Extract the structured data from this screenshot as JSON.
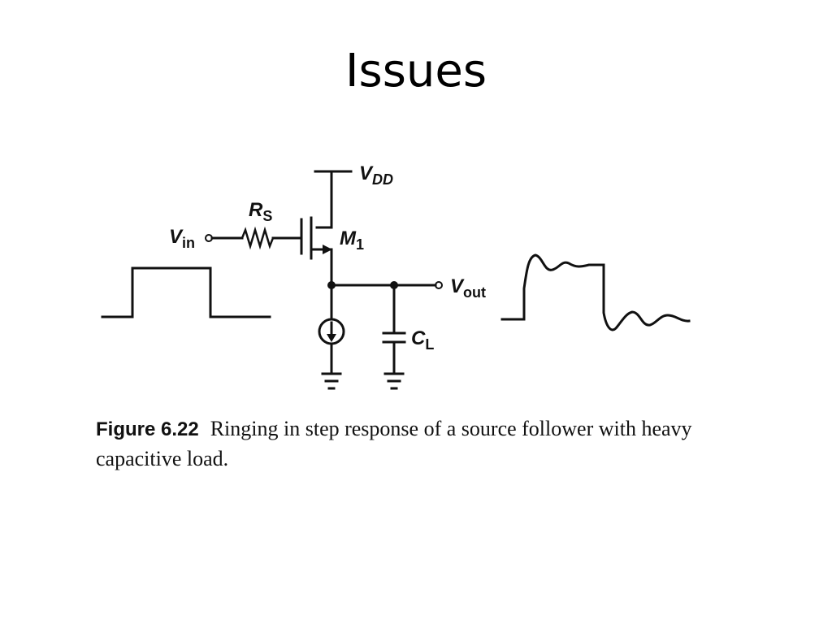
{
  "slide": {
    "title": "Issues"
  },
  "circuit": {
    "vdd": {
      "main": "V",
      "sub": "DD"
    },
    "vin": {
      "main": "V",
      "sub": "in"
    },
    "rs": {
      "main": "R",
      "sub": "S"
    },
    "m1": {
      "main": "M",
      "sub": "1"
    },
    "vout": {
      "main": "V",
      "sub": "out"
    },
    "cl": {
      "main": "C",
      "sub": "L"
    }
  },
  "caption": {
    "label": "Figure 6.22",
    "text": "Ringing in step response of a source follower with heavy capacitive load."
  }
}
